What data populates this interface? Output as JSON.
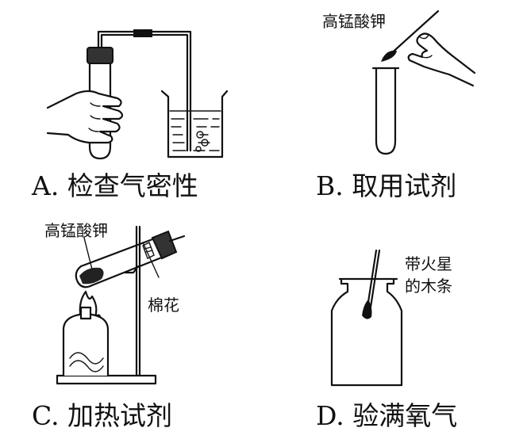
{
  "panels": {
    "a": {
      "caption": "A.  检查气密性"
    },
    "b": {
      "caption": "B.  取用试剂",
      "reagent_label": "高锰酸钾"
    },
    "c": {
      "caption": "C.  加热试剂",
      "reagent_label": "高锰酸钾",
      "cotton_label": "棉花"
    },
    "d": {
      "caption": "D.  验满氧气",
      "splint_label_line1": "带火星",
      "splint_label_line2": "的木条"
    }
  }
}
